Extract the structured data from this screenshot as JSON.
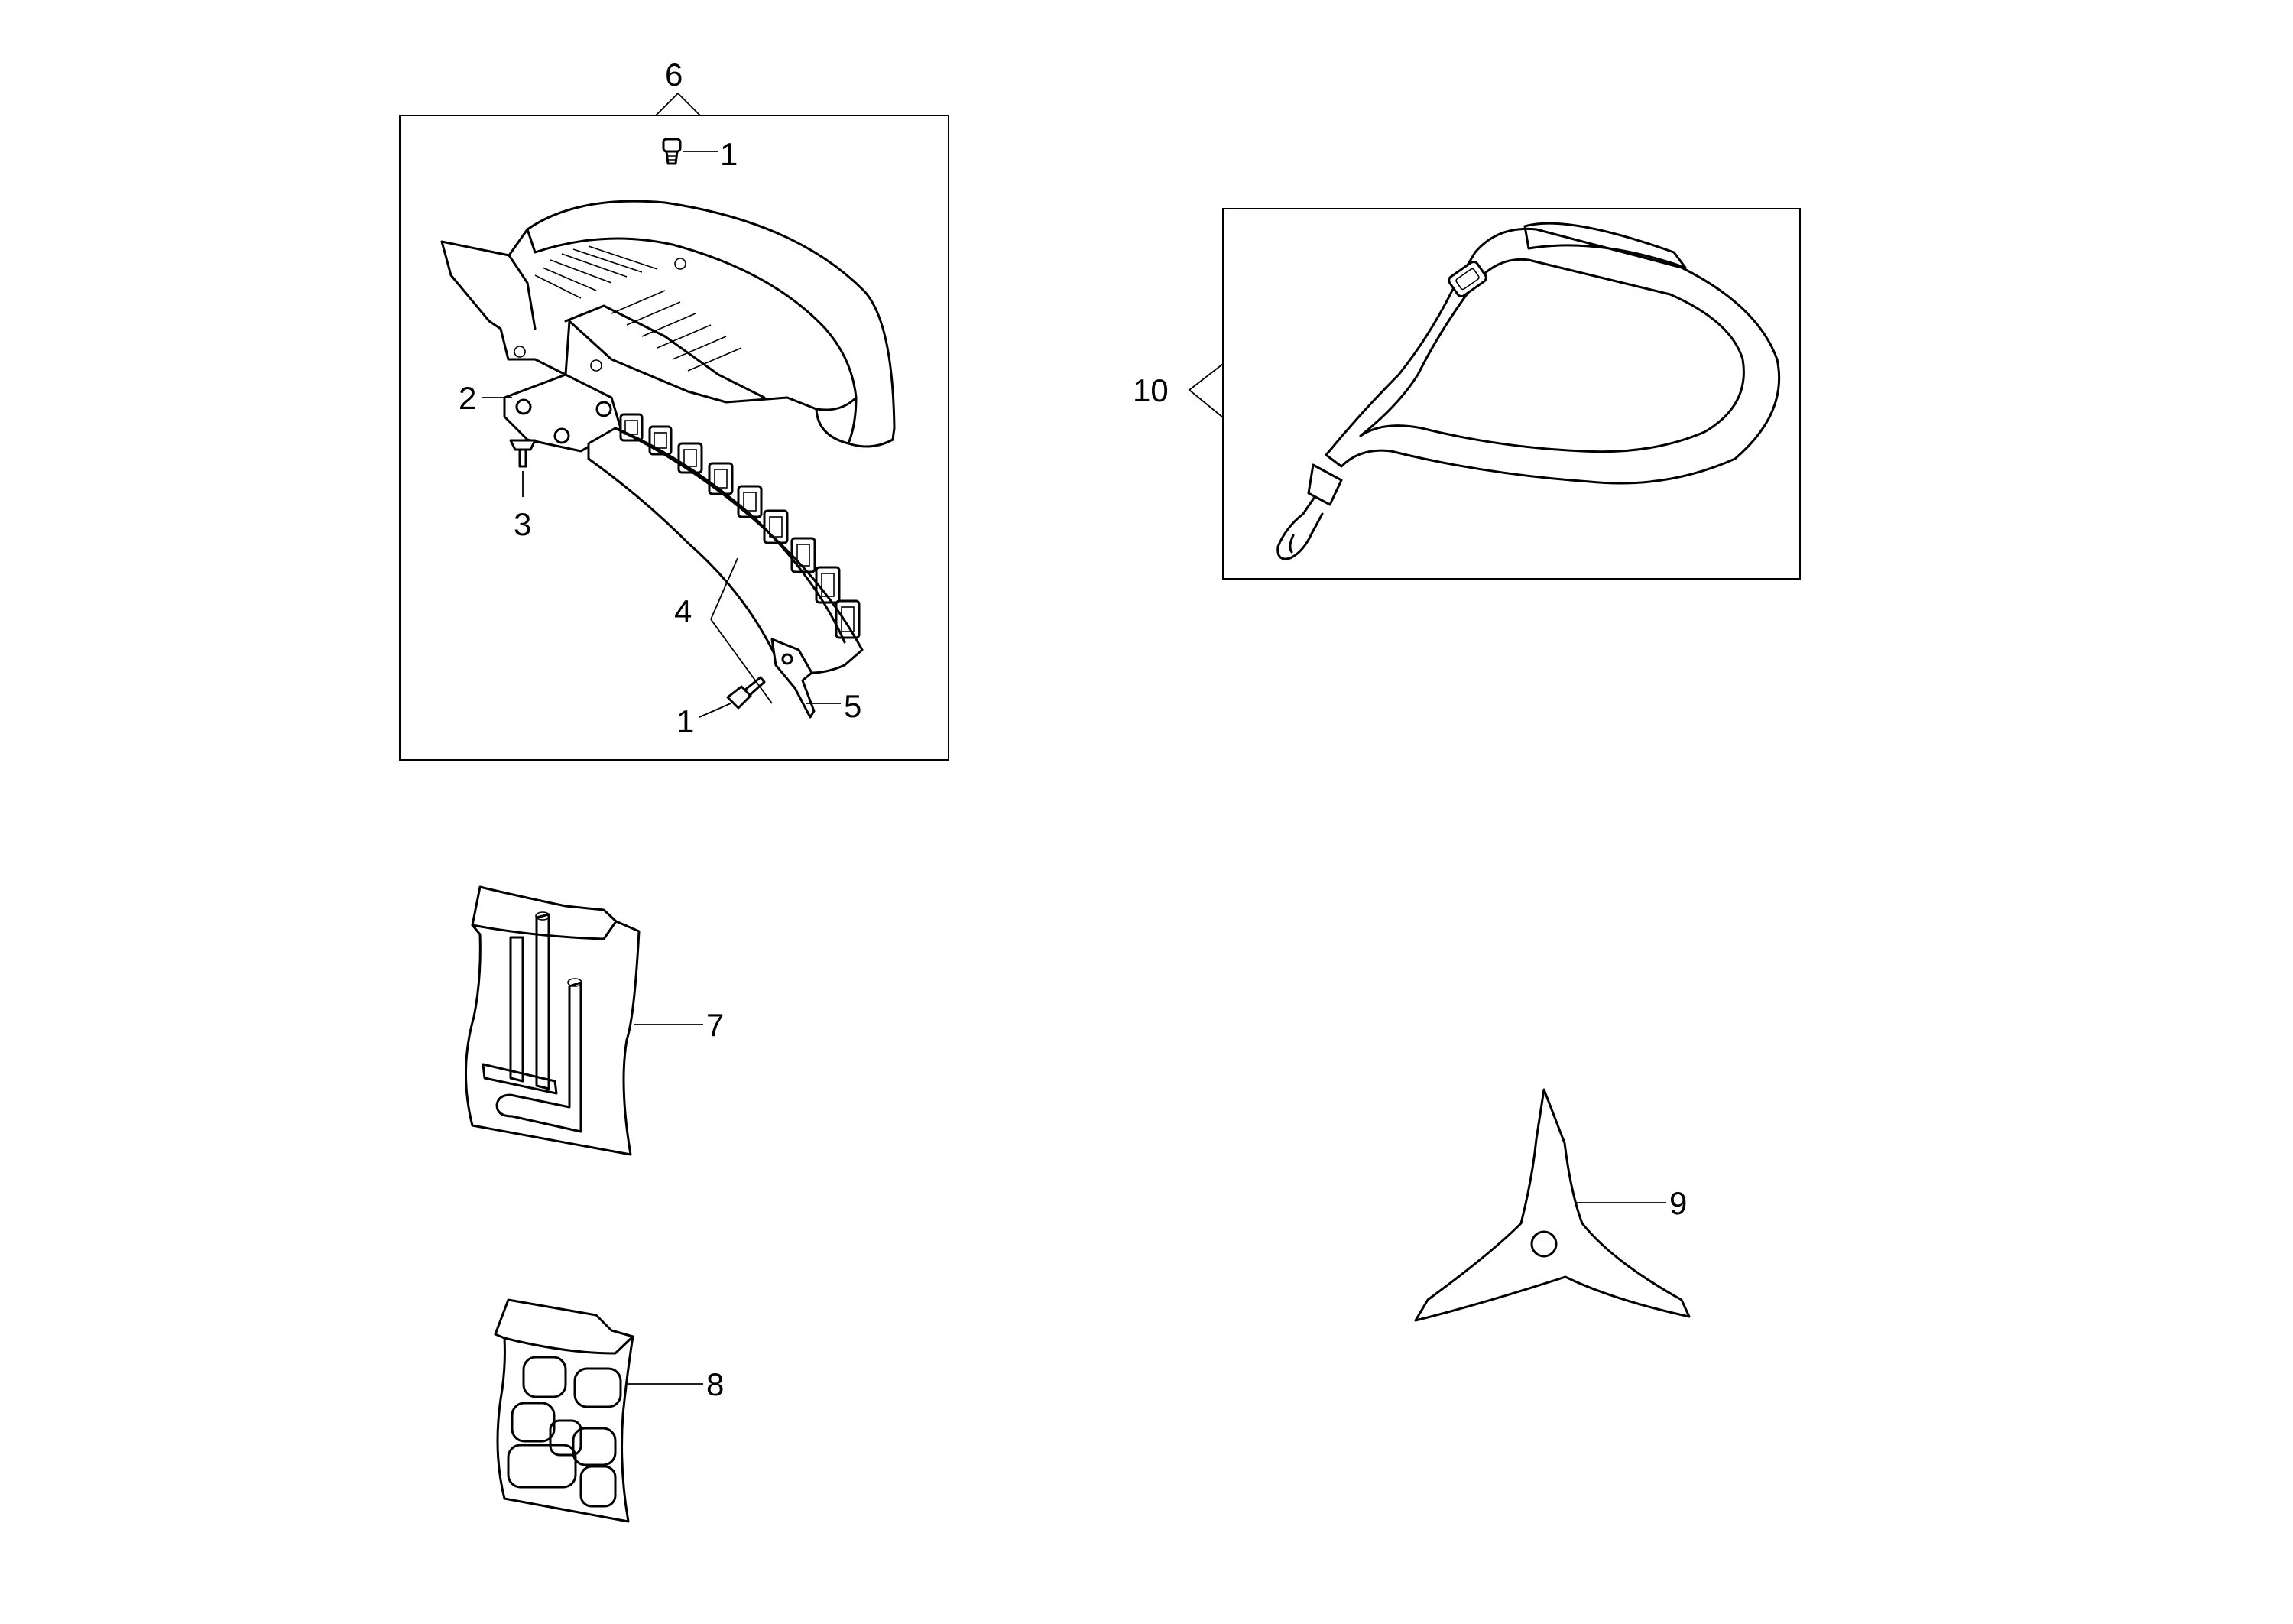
{
  "callouts": {
    "c1_top": "1",
    "c1_bottom": "1",
    "c2": "2",
    "c3": "3",
    "c4": "4",
    "c5": "5",
    "c6": "6",
    "c7": "7",
    "c8": "8",
    "c9": "9",
    "c10": "10"
  },
  "parts": [
    {
      "ref": "1",
      "depicts": "screw"
    },
    {
      "ref": "2",
      "depicts": "mounting-plate"
    },
    {
      "ref": "3",
      "depicts": "bolt"
    },
    {
      "ref": "4",
      "depicts": "blade-guard-skirt"
    },
    {
      "ref": "5",
      "depicts": "line-cutter-blade"
    },
    {
      "ref": "6",
      "depicts": "blade-guard-assembly"
    },
    {
      "ref": "7",
      "depicts": "tool-kit-wrenches"
    },
    {
      "ref": "8",
      "depicts": "ear-plugs-pack"
    },
    {
      "ref": "9",
      "depicts": "three-tooth-blade"
    },
    {
      "ref": "10",
      "depicts": "shoulder-harness"
    }
  ],
  "colors": {
    "ink": "#000000",
    "paper": "#ffffff"
  }
}
